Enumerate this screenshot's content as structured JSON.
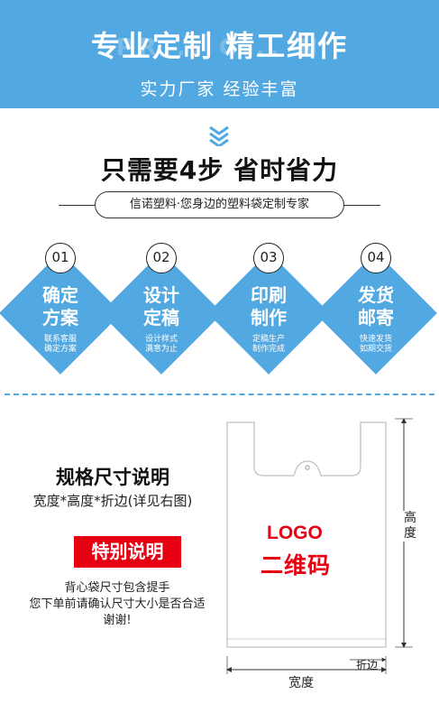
{
  "banner": {
    "bg_text": "PR... C... N",
    "title": "专业定制    精工细作",
    "subtitle": "实力厂家   经验丰富",
    "color": "#52a8e0"
  },
  "headline": "只需要4步   省时省力",
  "pill": "信诺塑料·您身边的塑料袋定制专家",
  "steps": [
    {
      "num": "01",
      "title": "确定\n方案",
      "desc": "联系客服\n确定方案"
    },
    {
      "num": "02",
      "title": "设计\n定稿",
      "desc": "设计样式\n满意为止"
    },
    {
      "num": "03",
      "title": "印刷\n制作",
      "desc": "定稿生产\n制作完成"
    },
    {
      "num": "04",
      "title": "发货\n邮寄",
      "desc": "快速发货\n如期交货"
    }
  ],
  "spec": {
    "title": "规格尺寸说明",
    "subtitle": "宽度*高度*折边(详见右图)"
  },
  "special": {
    "label": "特别说明",
    "color": "#e60012"
  },
  "note": {
    "line1": "背心袋尺寸包含提手",
    "line2": "您下单前请确认尺寸大小是否合适",
    "line3": "谢谢!"
  },
  "diagram": {
    "logo": "LOGO",
    "qr": "二维码",
    "height_label": "高\n度",
    "fold_label": "折边",
    "width_label": "宽度"
  }
}
